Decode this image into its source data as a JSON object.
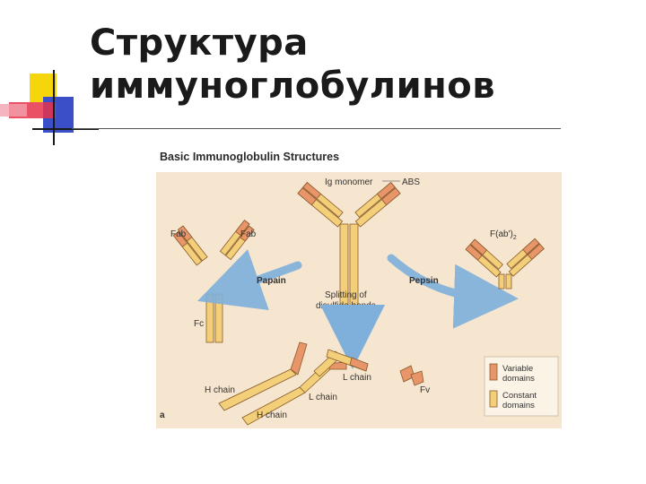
{
  "slide": {
    "title_line1": "Структура",
    "title_line2": "иммуноглобулинов"
  },
  "figure": {
    "caption": "Basic Immunoglobulin Structures",
    "labels": {
      "ig_monomer": "Ig monomer",
      "abs": "ABS",
      "fab_left": "Fab",
      "fab_right": "Fab",
      "fab2": "F(ab')",
      "fab2_sub": "2",
      "papain": "Papain",
      "pepsin": "Pepsin",
      "splitting_1": "Splitting of",
      "splitting_2": "disulfide bonds",
      "fc": "Fc",
      "h_chain_1": "H chain",
      "h_chain_2": "H chain",
      "l_chain_1": "L chain",
      "l_chain_2": "L chain",
      "fv": "Fv",
      "panel_letter": "a"
    },
    "legend": {
      "variable_1": "Variable",
      "variable_2": "domains",
      "constant_1": "Constant",
      "constant_2": "domains"
    }
  },
  "colors": {
    "variable": "#e8956a",
    "constant": "#f2cf78",
    "outline": "#8a5a2a",
    "panel": "#f6e6cf",
    "arrow": "#7fb0dc",
    "accent_yellow": "#f5d60a",
    "accent_red": "#e8334a",
    "accent_blue": "#3a4fc8"
  }
}
